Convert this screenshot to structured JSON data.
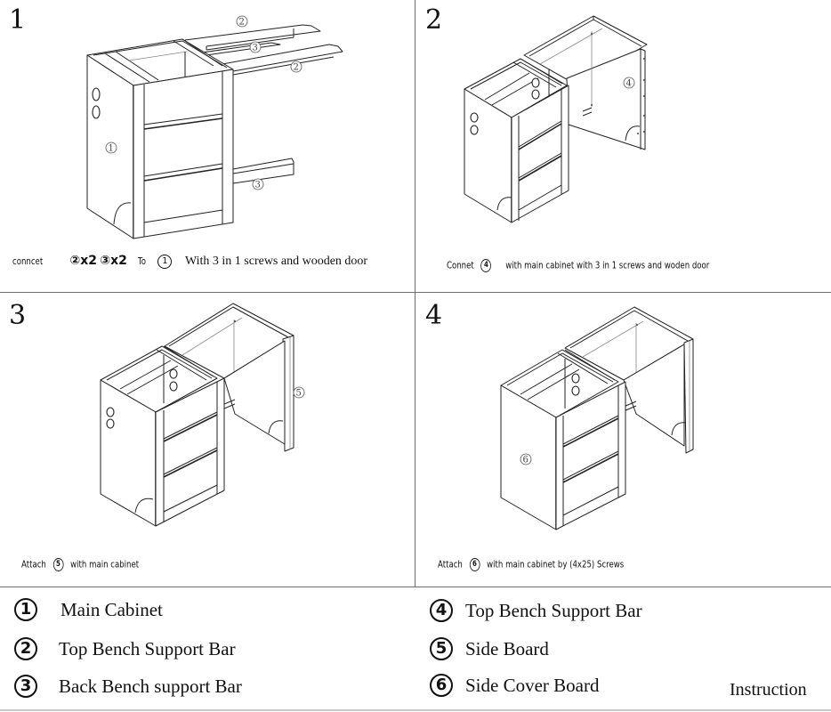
{
  "panels": [
    {
      "step": "1",
      "caption": {
        "verb": "conncet",
        "parts": [
          "②x2",
          "③x2"
        ],
        "to_word": "To",
        "target": "1",
        "tail": "With 3 in 1 screws and wooden door"
      },
      "labels": [
        "2",
        "3",
        "2",
        "1",
        "3"
      ]
    },
    {
      "step": "2",
      "caption": {
        "verb": "Connet",
        "part": "4",
        "tail": "with main cabinet with 3 in 1 screws and woden door"
      },
      "labels": [
        "4"
      ]
    },
    {
      "step": "3",
      "caption": {
        "verb": "Attach",
        "part": "5",
        "tail": "with main cabinet"
      },
      "labels": [
        "5"
      ]
    },
    {
      "step": "4",
      "caption": {
        "verb": "Attach",
        "part": "6",
        "tail": "with main cabinet by (4x25) Screws"
      },
      "labels": [
        "6"
      ]
    }
  ],
  "legend": [
    {
      "num": "1",
      "name": "Main Cabinet"
    },
    {
      "num": "2",
      "name": "Top Bench Support Bar"
    },
    {
      "num": "3",
      "name": "Back Bench support Bar"
    },
    {
      "num": "4",
      "name": "Top Bench Support Bar"
    },
    {
      "num": "5",
      "name": "Side Board"
    },
    {
      "num": "6",
      "name": "Side Cover Board"
    }
  ],
  "footer": {
    "label": "Instruction"
  },
  "colors": {
    "line": "#222222",
    "grid": "#6e6e6e",
    "background": "#ffffff"
  }
}
